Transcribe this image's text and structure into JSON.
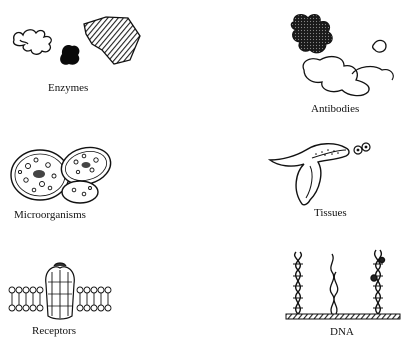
{
  "labels": {
    "enzymes": "Enzymes",
    "antibodies": "Antibodies",
    "microorganisms": "Microorganisms",
    "tissues": "Tissues",
    "receptors": "Receptors",
    "dna": "DNA"
  }
}
